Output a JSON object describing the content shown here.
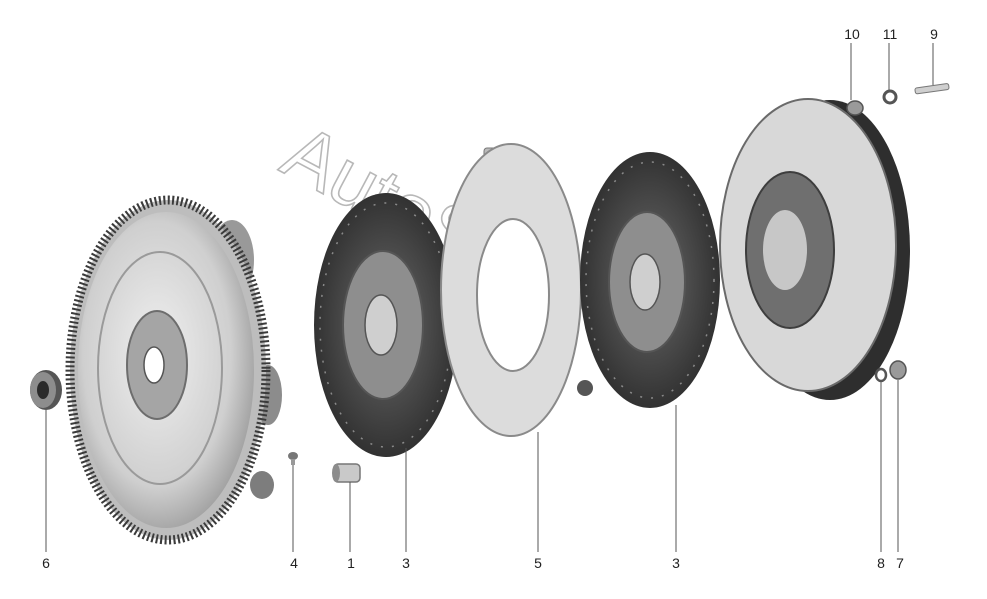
{
  "diagram": {
    "callouts": [
      {
        "id": "c1",
        "label": "1"
      },
      {
        "id": "c3a",
        "label": "3"
      },
      {
        "id": "c3b",
        "label": "3"
      },
      {
        "id": "c4",
        "label": "4"
      },
      {
        "id": "c5",
        "label": "5"
      },
      {
        "id": "c6",
        "label": "6"
      },
      {
        "id": "c7",
        "label": "7"
      },
      {
        "id": "c8",
        "label": "8"
      },
      {
        "id": "c9",
        "label": "9"
      },
      {
        "id": "c10",
        "label": "10"
      },
      {
        "id": "c11",
        "label": "11"
      }
    ],
    "watermark": "AutoSoft.ru",
    "colors": {
      "part_dark": "#3a3a3a",
      "part_mid": "#8a8a8a",
      "part_light": "#d9d9d9",
      "ring": "#f2f2f2"
    }
  }
}
